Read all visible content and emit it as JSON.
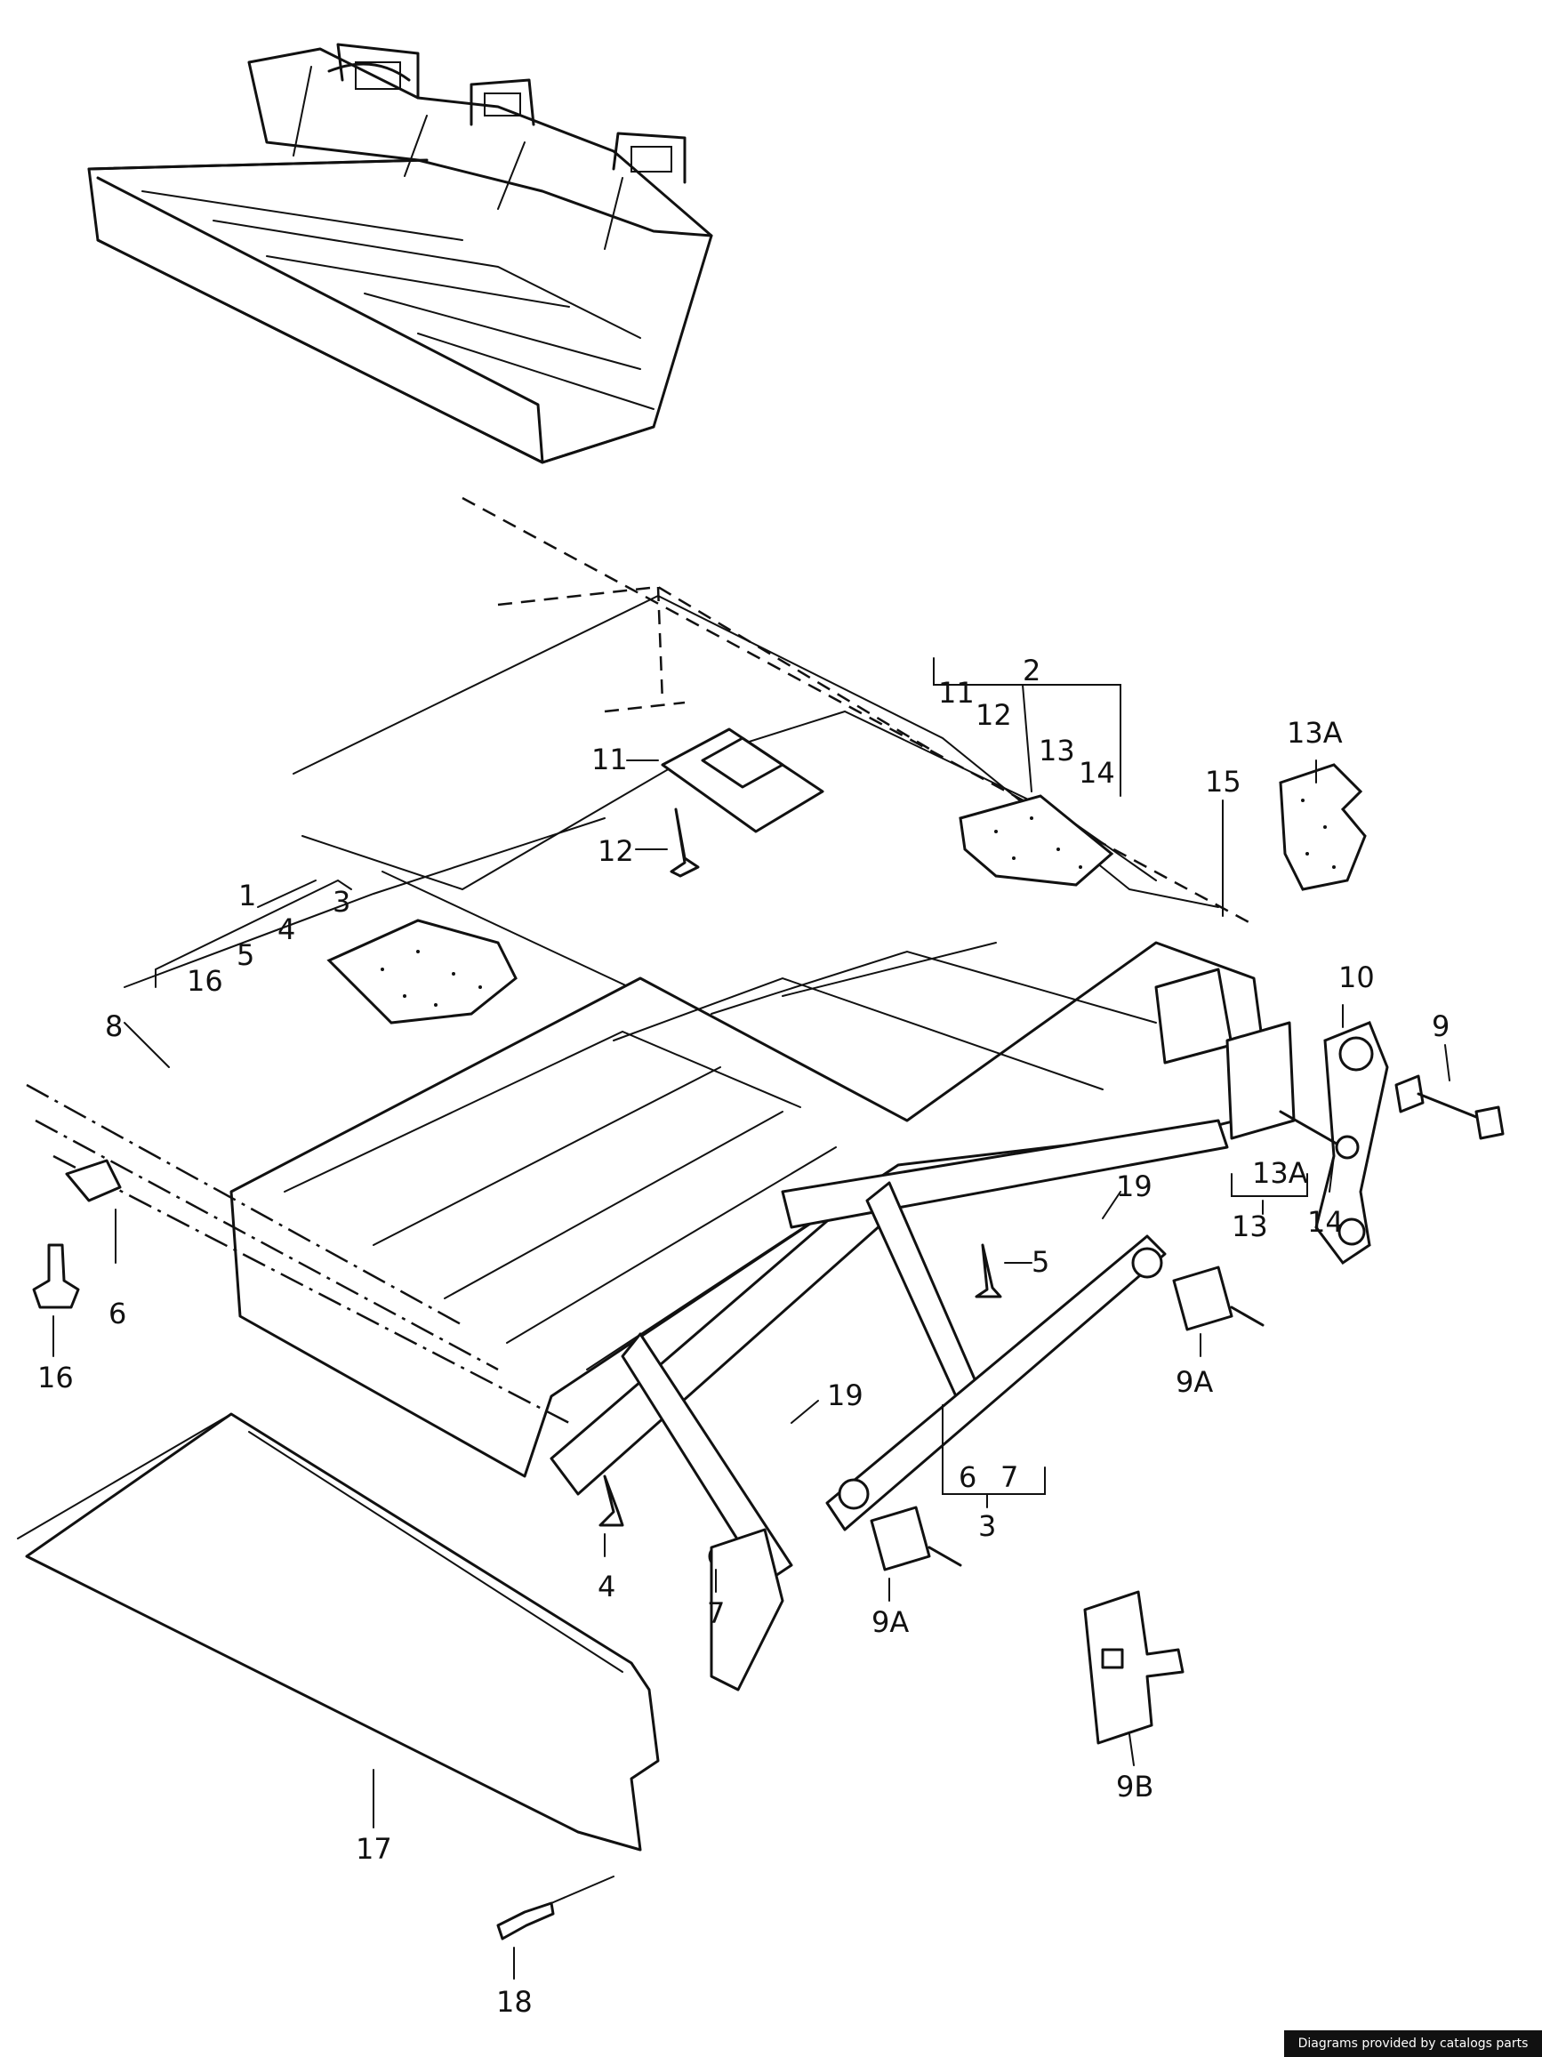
{
  "footer": {
    "credit": "Diagrams provided by catalogs parts"
  },
  "callouts": {
    "c1": "1",
    "c2": "2",
    "c3": "3",
    "c3b": "3",
    "c4": "4",
    "c4b": "4",
    "c5": "5",
    "c5b": "5",
    "c6": "6",
    "c6b": "6",
    "c7": "7",
    "c7b": "7",
    "c8": "8",
    "c9": "9",
    "c9a1": "9A",
    "c9a2": "9A",
    "c9b": "9B",
    "c10": "10",
    "c11": "11",
    "c11b": "11",
    "c12": "12",
    "c12b": "12",
    "c13": "13",
    "c13b": "13",
    "c13a1": "13A",
    "c13a2": "13A",
    "c14": "14",
    "c14b": "14",
    "c15": "15",
    "c16": "16",
    "c16b": "16",
    "c17": "17",
    "c18": "18",
    "c19a": "19",
    "c19b": "19"
  }
}
